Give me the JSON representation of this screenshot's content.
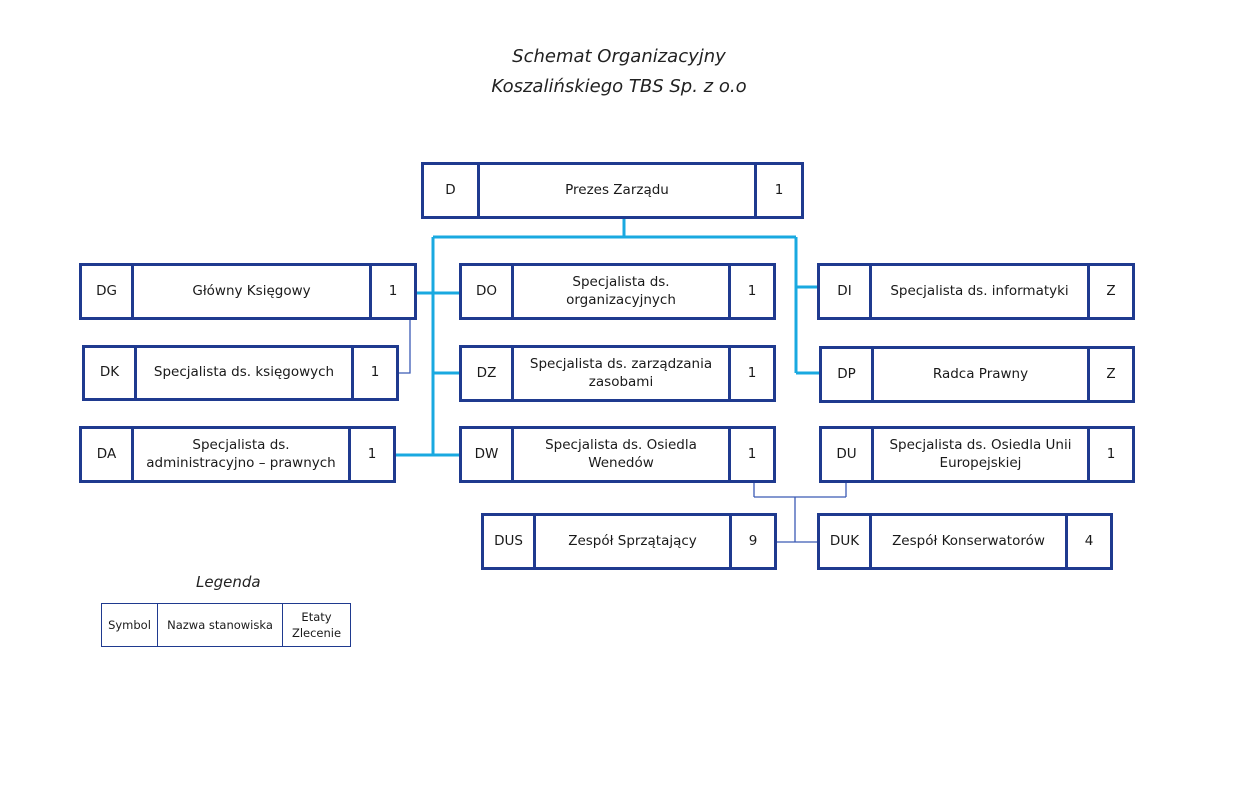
{
  "title": {
    "line1": "Schemat Organizacyjny",
    "line2": "Koszalińskiego TBS Sp. z o.o"
  },
  "boxes": {
    "D": {
      "symbol": "D",
      "name": "Prezes Zarządu",
      "count": "1"
    },
    "DG": {
      "symbol": "DG",
      "name": "Główny Księgowy",
      "count": "1"
    },
    "DK": {
      "symbol": "DK",
      "name": "Specjalista ds. księgowych",
      "count": "1"
    },
    "DA": {
      "symbol": "DA",
      "name": "Specjalista ds. administracyjno – prawnych",
      "count": "1"
    },
    "DO": {
      "symbol": "DO",
      "name": "Specjalista ds. organizacyjnych",
      "count": "1"
    },
    "DZ": {
      "symbol": "DZ",
      "name": "Specjalista ds. zarządzania zasobami",
      "count": "1"
    },
    "DW": {
      "symbol": "DW",
      "name": "Specjalista ds. Osiedla Wenedów",
      "count": "1"
    },
    "DI": {
      "symbol": "DI",
      "name": "Specjalista ds. informatyki",
      "count": "Z"
    },
    "DP": {
      "symbol": "DP",
      "name": "Radca Prawny",
      "count": "Z"
    },
    "DU": {
      "symbol": "DU",
      "name": "Specjalista ds. Osiedla Unii Europejskiej",
      "count": "1"
    },
    "DUS": {
      "symbol": "DUS",
      "name": "Zespół Sprzątający",
      "count": "9"
    },
    "DUK": {
      "symbol": "DUK",
      "name": "Zespół Konserwatorów",
      "count": "4"
    }
  },
  "legend": {
    "title": "Legenda",
    "symbol": "Symbol",
    "name": "Nazwa stanowiska",
    "count_line1": "Etaty",
    "count_line2": "Zlecenie"
  },
  "colors": {
    "box_border": "#1f3a8f",
    "connector": "#19a9e0",
    "connector_thin": "#3b5bb5"
  }
}
